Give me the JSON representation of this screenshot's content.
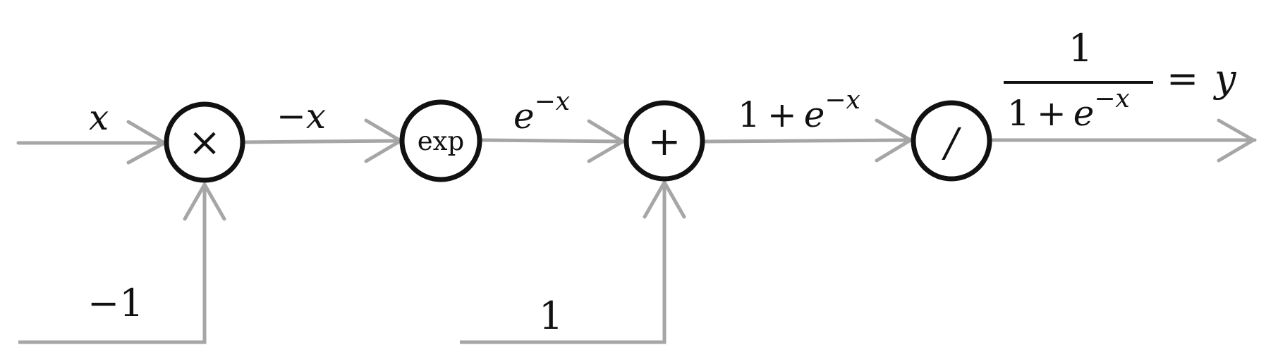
{
  "diagram": {
    "nodes": {
      "multiply": {
        "symbol": "×"
      },
      "exp": {
        "symbol": "exp"
      },
      "add": {
        "symbol": "+"
      },
      "divide": {
        "symbol": "/"
      }
    },
    "edge_labels": {
      "x": {
        "var": "x"
      },
      "neg_one": {
        "text": "−1"
      },
      "neg_x": {
        "op": "−",
        "var": "x"
      },
      "e_neg_x": {
        "base": "e",
        "exp_op": "−",
        "exp_var": "x"
      },
      "one": {
        "text": "1"
      },
      "one_plus_e_neg_x": {
        "one": "1",
        "plus": "+",
        "base": "e",
        "exp_op": "−",
        "exp_var": "x"
      },
      "output": {
        "numerator": "1",
        "den_one": "1",
        "den_plus": "+",
        "den_base": "e",
        "den_exp_op": "−",
        "den_exp_var": "x",
        "equals": "=",
        "result": "y"
      }
    },
    "colors": {
      "wire": "#a6a6a6",
      "node": "#111111"
    }
  }
}
